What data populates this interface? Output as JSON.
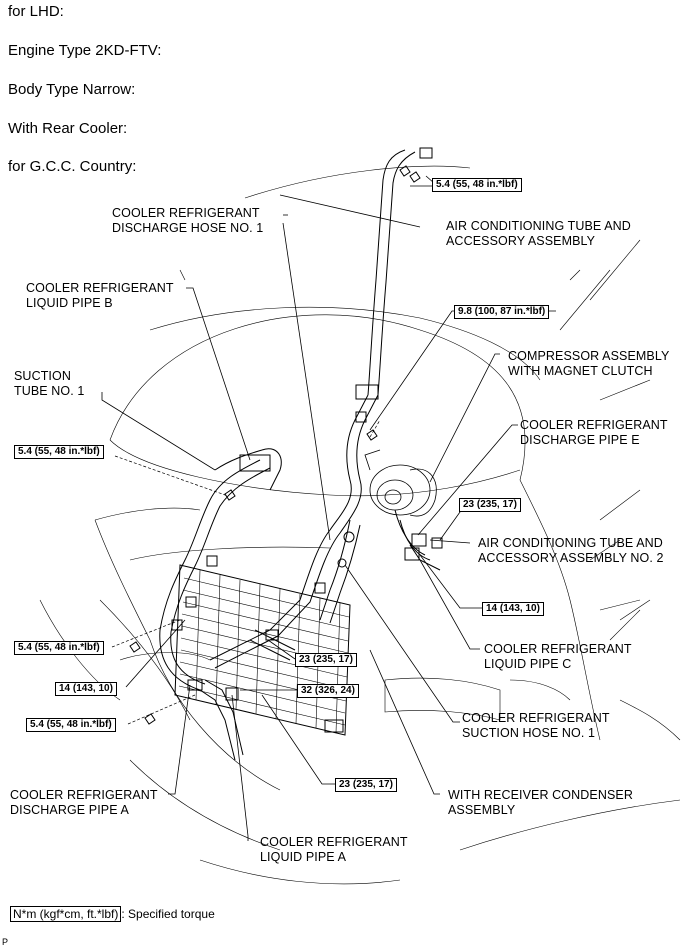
{
  "conditions": [
    "for LHD:",
    "Engine Type 2KD-FTV:",
    "Body Type Narrow:",
    "With Rear Cooler:",
    "for G.C.C. Country:"
  ],
  "labels": {
    "discharge_hose_1": [
      "COOLER REFRIGERANT",
      "DISCHARGE HOSE NO. 1"
    ],
    "liquid_pipe_b": [
      "COOLER REFRIGERANT",
      "LIQUID PIPE B"
    ],
    "suction_tube_1": [
      "SUCTION",
      "TUBE NO. 1"
    ],
    "ac_tube_assembly": [
      "AIR CONDITIONING TUBE AND",
      "ACCESSORY ASSEMBLY"
    ],
    "compressor": [
      "COMPRESSOR ASSEMBLY",
      "WITH MAGNET CLUTCH"
    ],
    "discharge_pipe_e": [
      "COOLER REFRIGERANT",
      "DISCHARGE PIPE E"
    ],
    "ac_tube_assembly_2": [
      "AIR CONDITIONING TUBE AND",
      "ACCESSORY ASSEMBLY NO. 2"
    ],
    "liquid_pipe_c": [
      "COOLER REFRIGERANT",
      "LIQUID PIPE C"
    ],
    "suction_hose_1": [
      "COOLER REFRIGERANT",
      "SUCTION HOSE NO. 1"
    ],
    "receiver_condenser": [
      "WITH RECEIVER CONDENSER",
      "ASSEMBLY"
    ],
    "discharge_pipe_a": [
      "COOLER REFRIGERANT",
      "DISCHARGE PIPE A"
    ],
    "liquid_pipe_a": [
      "COOLER REFRIGERANT",
      "LIQUID PIPE A"
    ]
  },
  "torques": {
    "t_top": "5.4 (55, 48 in.*lbf)",
    "t_98": "9.8 (100, 87 in.*lbf)",
    "t_left_upper": "5.4 (55, 48 in.*lbf)",
    "t_23_right": "23 (235, 17)",
    "t_14_right": "14 (143, 10)",
    "t_left_mid": "5.4 (55, 48 in.*lbf)",
    "t_23_mid": "23 (235, 17)",
    "t_14_left": "14 (143, 10)",
    "t_32": "32 (326, 24)",
    "t_left_lower": "5.4 (55, 48 in.*lbf)",
    "t_23_bottom": "23 (235, 17)"
  },
  "legend": {
    "units": "N*m (kgf*cm, ft.*lbf)",
    "text": ": Specified torque"
  },
  "corner_mark": "P"
}
